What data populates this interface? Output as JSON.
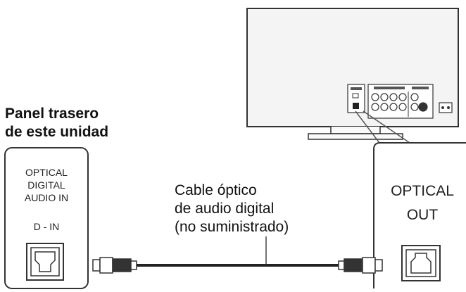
{
  "rear_panel": {
    "title_line1": "Panel trasero",
    "title_line2": "de este unidad",
    "input_label_lines": [
      "OPTICAL",
      "DIGITAL",
      "AUDIO IN"
    ],
    "input_port_label": "D - IN"
  },
  "cable": {
    "label_lines": [
      "Cable óptico",
      "de audio digital",
      "(no suministrado)"
    ]
  },
  "tv": {
    "output_label_lines": [
      "OPTICAL",
      "OUT"
    ]
  },
  "colors": {
    "line": "#333333",
    "panel_fill": "#ffffff",
    "tv_fill": "#f4f4f4"
  }
}
